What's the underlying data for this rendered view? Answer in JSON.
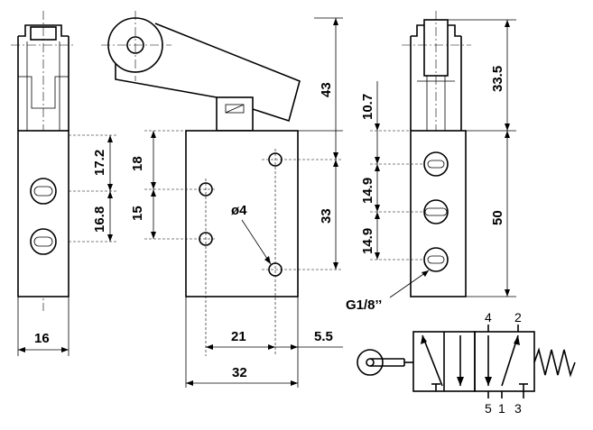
{
  "dimensions": {
    "width_side": "16",
    "hole_spacing_top": "17.2",
    "hole_spacing_bottom": "16.8",
    "front_upper": "18",
    "front_lower": "15",
    "hole_diameter": "ø4",
    "front_height": "33",
    "lever_height": "43",
    "front_x_inner": "21",
    "front_x_offset": "5.5",
    "front_width": "32",
    "right_top_offset": "10.7",
    "right_port_spacing_1": "14.9",
    "right_port_spacing_2": "14.9",
    "roller_height": "33.5",
    "body_height": "50",
    "thread": "G1/8’’"
  },
  "symbol": {
    "port_top_left": "4",
    "port_top_right": "2",
    "port_bottom_left": "5",
    "port_bottom_mid": "1",
    "port_bottom_right": "3"
  }
}
